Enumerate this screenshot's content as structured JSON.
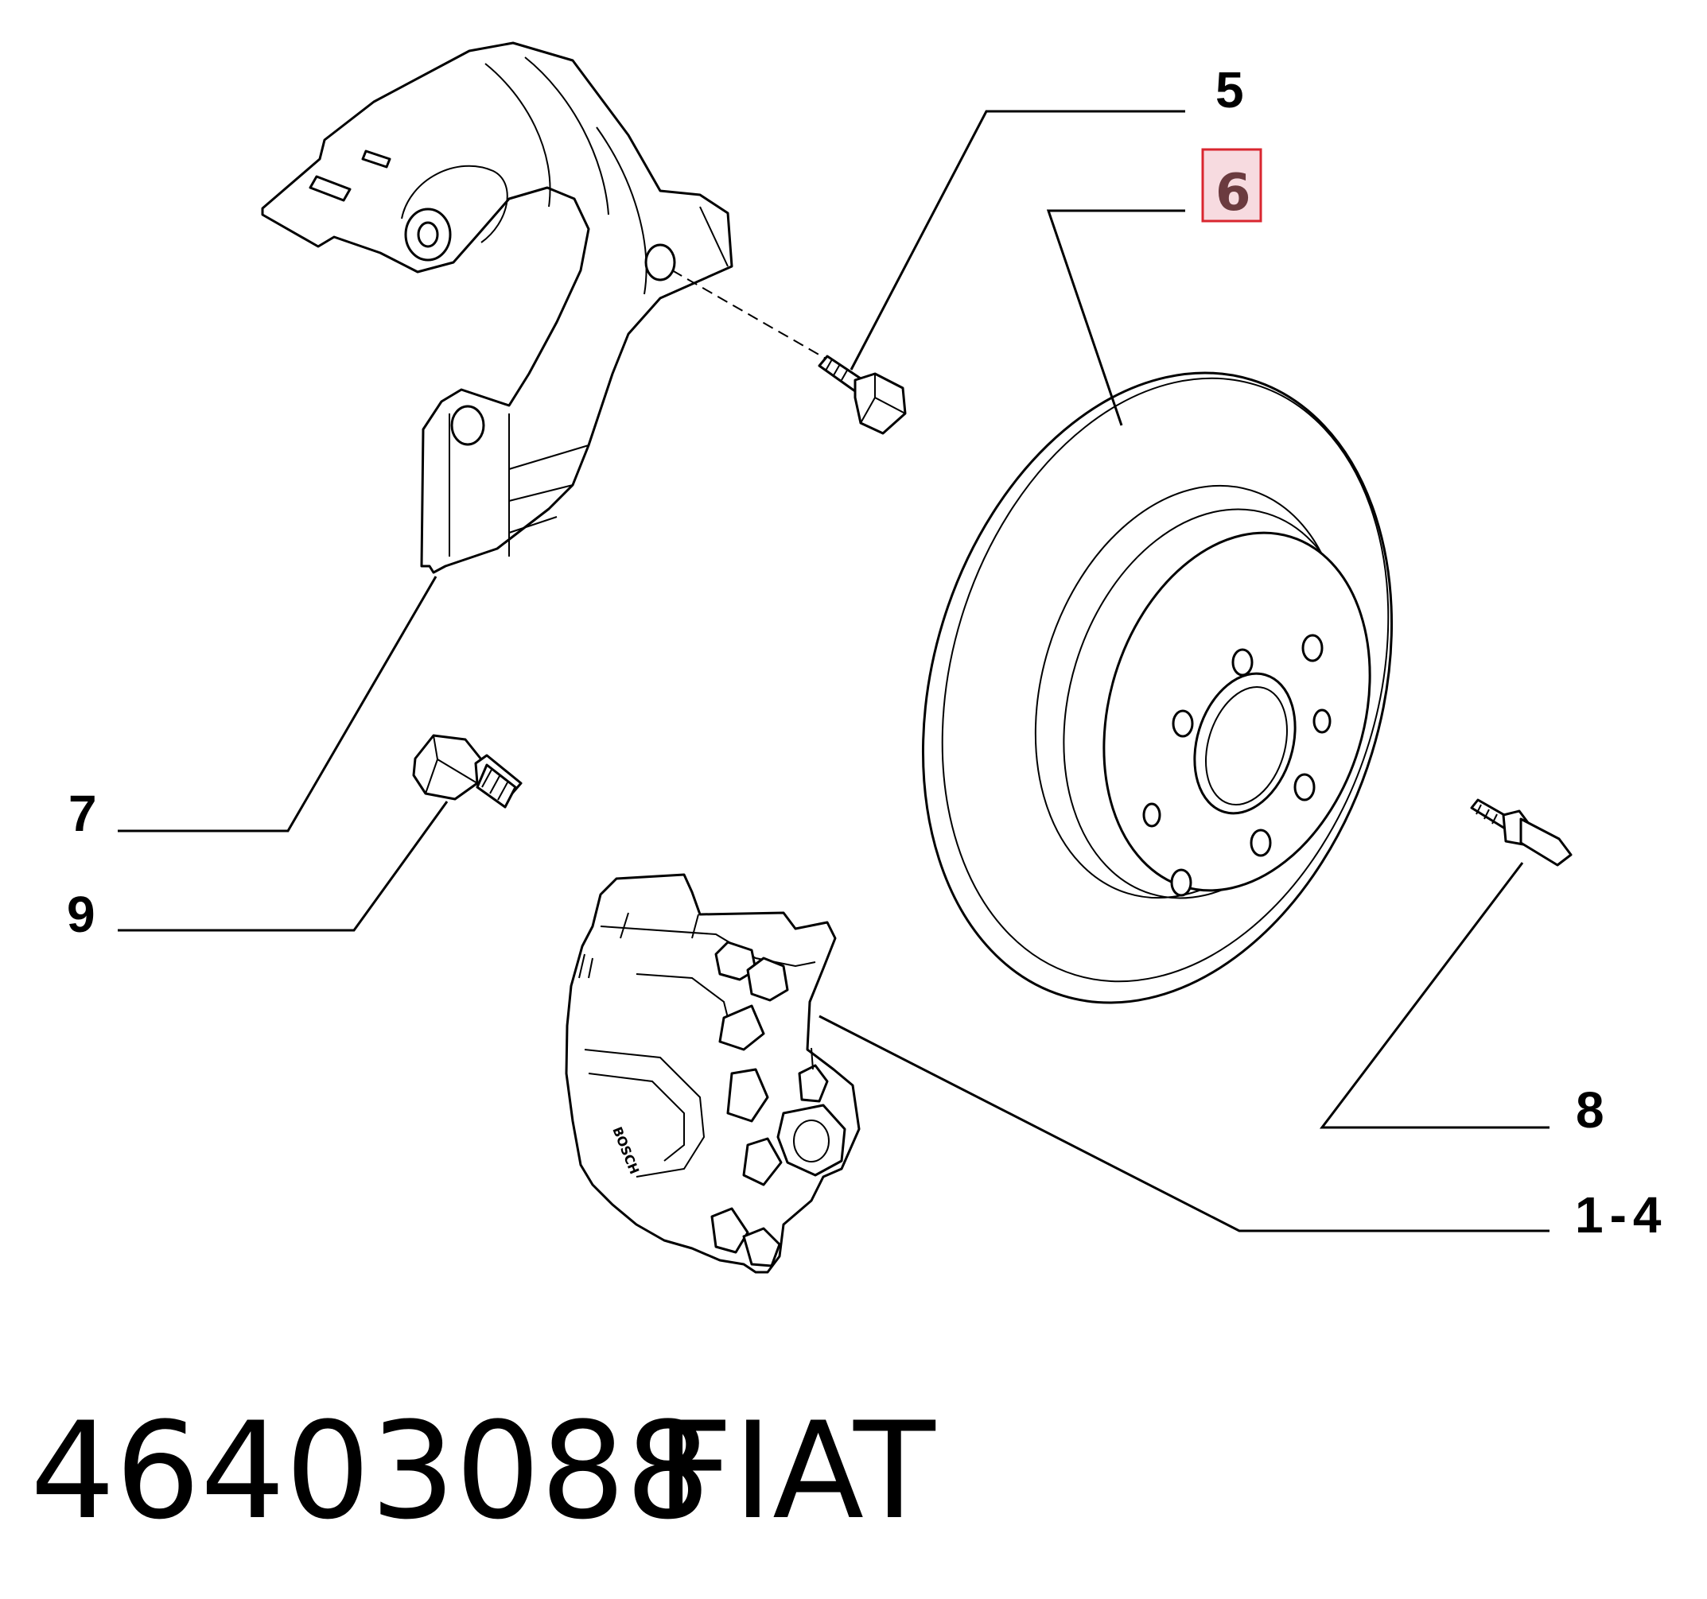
{
  "callouts": {
    "c5": "5",
    "c6": "6",
    "c7": "7",
    "c9": "9",
    "c8": "8",
    "c14": "1-4"
  },
  "footer": {
    "part_number": "46403088",
    "brand": "FIAT"
  },
  "colors": {
    "highlight_fill": "#f7dbe0",
    "highlight_stroke": "#d9262f",
    "highlight_text": "#6b3b3f"
  }
}
